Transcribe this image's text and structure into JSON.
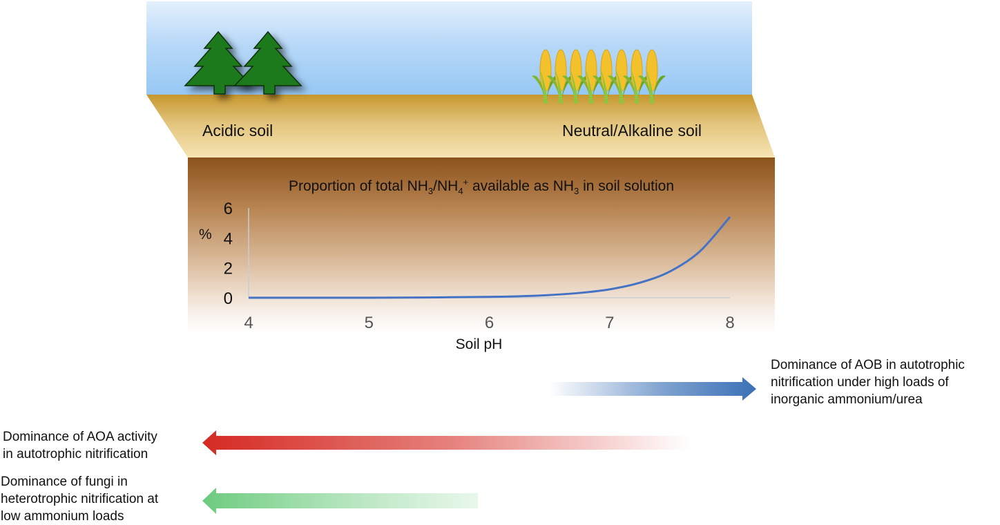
{
  "scene": {
    "left_label": "Acidic soil",
    "right_label": "Neutral/Alkaline soil",
    "left_icon": "pine-tree-icon",
    "right_icon": "corn-plant-icon"
  },
  "chart_title": {
    "prefix": "Proportion of total NH",
    "sub1": "3",
    "mid1": "/NH",
    "sub2": "4",
    "sup2": "+",
    "mid2": " available as NH",
    "sub3": "3",
    "suffix": " in soil solution"
  },
  "chart_data": {
    "type": "line",
    "xlabel": "Soil pH",
    "ylabel": "%",
    "xlim": [
      4,
      8
    ],
    "ylim": [
      0,
      6
    ],
    "x_ticks": [
      "4",
      "5",
      "6",
      "7",
      "8"
    ],
    "y_ticks": [
      "0",
      "2",
      "4",
      "6"
    ],
    "series": [
      {
        "color": "#4472c4",
        "x": [
          4.0,
          4.5,
          5.0,
          5.5,
          6.0,
          6.25,
          6.5,
          6.75,
          7.0,
          7.25,
          7.5,
          7.75,
          8.0
        ],
        "y": [
          0.0,
          0.0,
          0.0,
          0.02,
          0.06,
          0.1,
          0.18,
          0.32,
          0.56,
          1.0,
          1.75,
          3.1,
          5.4
        ]
      }
    ]
  },
  "arrows": [
    {
      "text": "Dominance of AOB in autotrophic\nnitrification under high loads of\ninorganic ammonium/urea",
      "direction": "right",
      "color": "#3a70b6"
    },
    {
      "text": "Dominance of AOA activity\nin autotrophic nitrification",
      "direction": "left",
      "color": "#d42a22"
    },
    {
      "text": "Dominance of fungi in\nheterotrophic nitrification at\nlow ammonium  loads",
      "direction": "left",
      "color": "#7ed28f"
    }
  ]
}
